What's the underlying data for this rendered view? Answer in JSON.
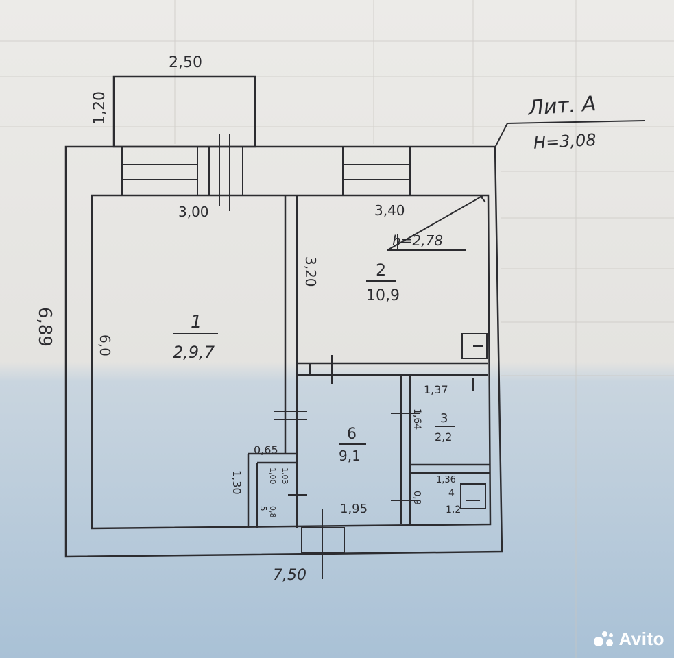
{
  "header": {
    "letter": "Лит. А",
    "height": "H=3,08"
  },
  "dimensions": {
    "porch_width": "2,50",
    "porch_depth": "1,20",
    "outer_height": "6,89",
    "outer_width": "7,50",
    "room1_width": "3,00",
    "room1_depth": "6,0",
    "room2_width": "3,40",
    "room2_depth": "3,20",
    "ceiling_height": "h=2,78",
    "wall_segment": "0,65",
    "wc_depth": "1,30",
    "wc_width": "1,00",
    "wc_side": "1,03",
    "hall_width": "1,95",
    "bath_width": "1,37",
    "bath_depth": "1,64",
    "toilet_width": "1,36",
    "toilet_depth": "0,9"
  },
  "rooms": [
    {
      "number": "1",
      "area": "2,9,7"
    },
    {
      "number": "2",
      "area": "10,9"
    },
    {
      "number": "6",
      "area": "9,1"
    },
    {
      "number": "3",
      "area": "2,2"
    },
    {
      "number": "4",
      "area": "1,2"
    },
    {
      "number": "5",
      "area": "0,8"
    }
  ],
  "watermark": "Avito",
  "colors": {
    "ink": "#2c2c30",
    "paper": "#ecebe8",
    "shadow": "#a9c1d6"
  }
}
